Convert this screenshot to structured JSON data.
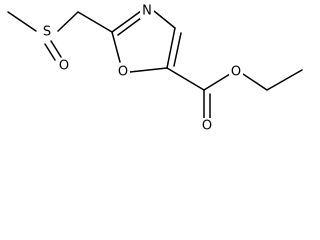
{
  "molecule": {
    "atoms": {
      "sulfur": "S",
      "sulfonyl_oxygen": "O",
      "ring_nitrogen": "N",
      "ring_oxygen": "O",
      "carbonyl_oxygen": "O",
      "ester_oxygen": "O"
    }
  }
}
